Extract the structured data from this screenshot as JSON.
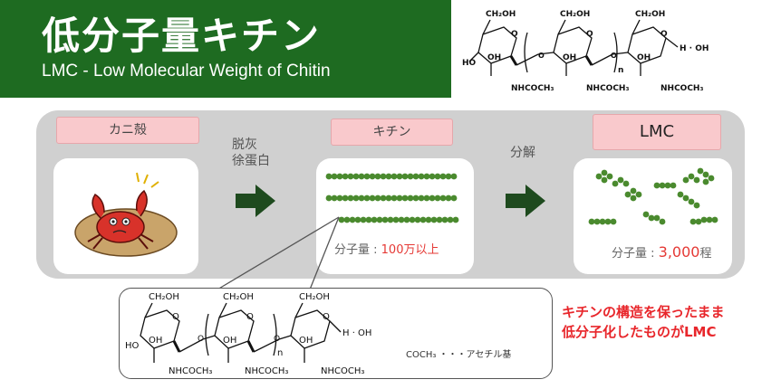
{
  "header": {
    "title_jp": "低分子量キチン",
    "title_en": "LMC - Low Molecular Weight of Chitin"
  },
  "chem": {
    "ch2oh": "CH₂OH",
    "oh": "OH",
    "ho": "HO",
    "h_oh": "H · OH",
    "nhcoch3": "NHCOCH₃",
    "o": "O",
    "n": "n"
  },
  "flow": {
    "crab_label": "カニ殻",
    "chitin_label": "キチン",
    "lmc_label": "LMC",
    "step1_line1": "脱灰",
    "step1_line2": "徐蛋白",
    "step2": "分解",
    "chitin_mw_prefix": "分子量 : ",
    "chitin_mw_value": "100万以上",
    "lmc_mw_prefix": "分子量 : ",
    "lmc_mw_value": "3,000",
    "lmc_mw_suffix": "程"
  },
  "detail": {
    "acetyl_note": "COCH₃ ・・・アセチル基"
  },
  "note": {
    "line1": "キチンの構造を保ったまま",
    "line2": "低分子化したものがLMC"
  },
  "colors": {
    "banner_green": "#1e6b21",
    "bead_green": "#4a8a2e",
    "arrow_green": "#1e4a1e",
    "label_pink": "#f9c9cc",
    "accent_red": "#e53935"
  }
}
